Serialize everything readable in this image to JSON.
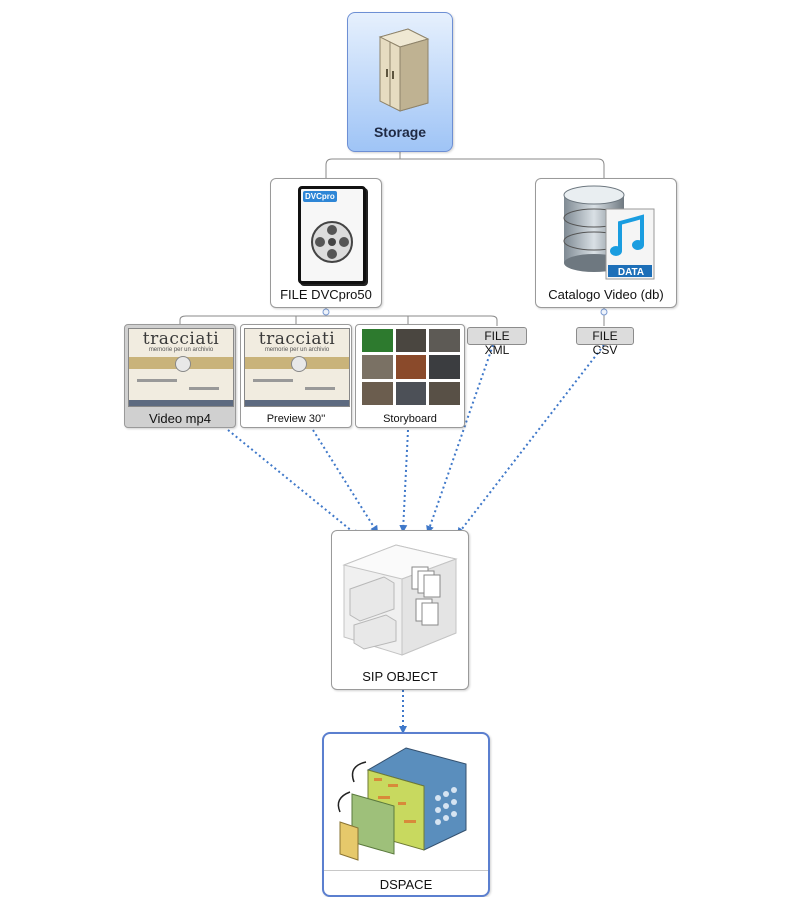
{
  "nodes": {
    "storage": {
      "label": "Storage",
      "icon": "server-cabinet-icon"
    },
    "file_dvcpro": {
      "label": "FILE DVCpro50",
      "badge": "DVCpro",
      "icon": "video-file-reel-icon"
    },
    "catalogo": {
      "label": "Catalogo Video (db)",
      "badge": "DATA",
      "icon": "database-music-icon"
    },
    "video_mp4": {
      "label": "Video mp4",
      "thumb_title": "tracciati",
      "thumb_subtitle": "memorie per un archivio"
    },
    "preview": {
      "label": "Preview 30''",
      "thumb_title": "tracciati",
      "thumb_subtitle": "memorie per un archivio"
    },
    "storyboard": {
      "label": "Storyboard"
    },
    "file_xml": {
      "label": "FILE XML"
    },
    "file_csv": {
      "label": "FILE CSV"
    },
    "sip": {
      "label": "SIP OBJECT",
      "icon": "package-object-icon"
    },
    "dspace": {
      "label": "DSPACE",
      "icon": "repository-layers-icon"
    }
  },
  "colors": {
    "storage_fill_top": "#e6f0fd",
    "storage_fill_bottom": "#9fc4f6",
    "selected_border": "#5b7fcf",
    "arrow": "#3f78c9",
    "connector": "#8a8a8a",
    "tag_fill": "#dcdcdc"
  }
}
